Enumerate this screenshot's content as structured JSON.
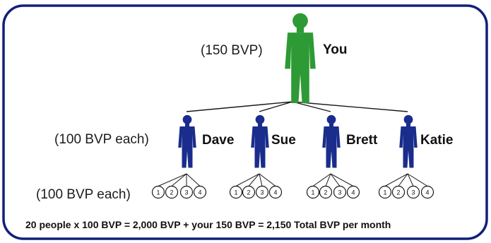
{
  "top": {
    "name": "You",
    "bvp_label": "(150 BVP)"
  },
  "level1": {
    "bvp_label": "(100 BVP each)",
    "people": [
      {
        "name": "Dave"
      },
      {
        "name": "Sue"
      },
      {
        "name": "Brett"
      },
      {
        "name": "Katie"
      }
    ]
  },
  "level2": {
    "bvp_label": "(100 BVP each)",
    "groups": [
      {
        "circles": [
          "1",
          "2",
          "3",
          "4"
        ]
      },
      {
        "circles": [
          "1",
          "2",
          "3",
          "4"
        ]
      },
      {
        "circles": [
          "1",
          "2",
          "3",
          "4"
        ]
      },
      {
        "circles": [
          "1",
          "2",
          "3",
          "4"
        ]
      }
    ]
  },
  "footer": "20 people x 100 BVP = 2,000 BVP + your 150 BVP = 2,150 Total BVP per month",
  "colors": {
    "frame": "#12207a",
    "top_person": "#2e9a35",
    "level1_person": "#1a2c8c",
    "lines": "#1a1a1a"
  }
}
